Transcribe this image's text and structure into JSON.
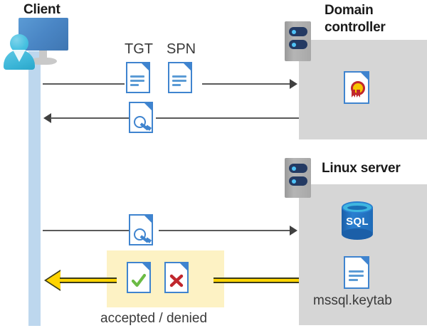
{
  "diagram": {
    "type": "kerberos-authentication-sequence",
    "client": {
      "title": "Client",
      "icon": "client-computer-icon"
    },
    "domain_controller": {
      "title_line1": "Domain",
      "title_line2": "controller",
      "server_icon": "server-rack-icon",
      "content_icon": "certificate-icon"
    },
    "linux_server": {
      "title": "Linux server",
      "server_icon": "server-rack-icon",
      "database_icon": "sql-database-icon",
      "database_label": "SQL",
      "keytab_icon": "document-icon",
      "keytab_label": "mssql.keytab"
    },
    "messages": [
      {
        "id": "request-tgt-spn",
        "direction": "right",
        "labels": [
          "TGT",
          "SPN"
        ],
        "icons": [
          "document-icon",
          "document-icon"
        ]
      },
      {
        "id": "service-ticket-response",
        "direction": "left",
        "labels": [],
        "icons": [
          "document-key-icon"
        ]
      },
      {
        "id": "present-service-ticket",
        "direction": "right",
        "labels": [],
        "icons": [
          "document-key-icon"
        ]
      },
      {
        "id": "auth-result",
        "direction": "left",
        "highlighted": true,
        "caption": "accepted / denied",
        "icons": [
          "document-check-icon",
          "document-cross-icon"
        ]
      }
    ],
    "colors": {
      "panel_gray": "#d6d6d6",
      "lifeline_blue": "#bdd7ee",
      "doc_border_blue": "#3f84cf",
      "highlight_yellow": "#fdf2c4",
      "arrow_yellow": "#ffd400",
      "accept_green": "#6cbb45",
      "deny_red": "#c0272d",
      "connector_gray": "#5a5a5a",
      "sql_blue": "#2a7fd0"
    }
  }
}
